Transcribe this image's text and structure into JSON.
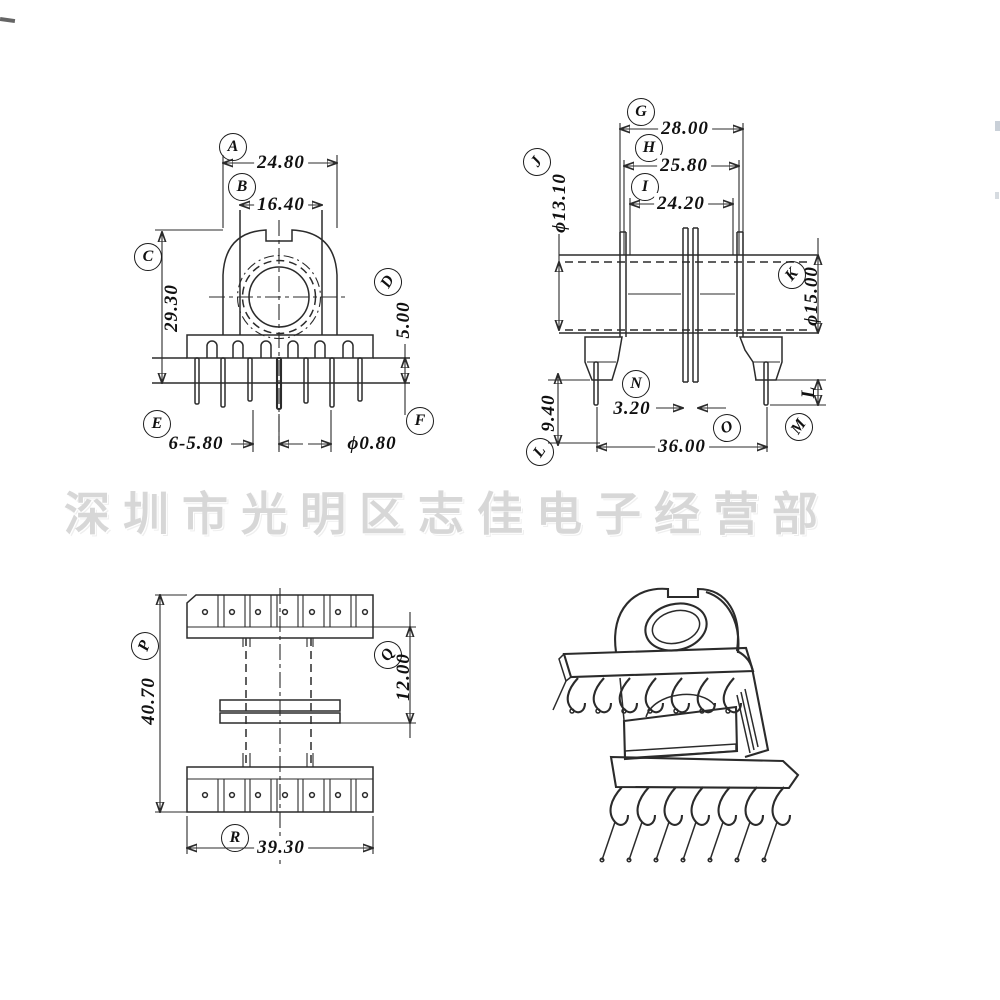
{
  "watermark": "深圳市光明区志佳电子经营部",
  "dims": {
    "A": {
      "letter": "A",
      "value": "24.80"
    },
    "B": {
      "letter": "B",
      "value": "16.40"
    },
    "C": {
      "letter": "C",
      "value": "29.30"
    },
    "D": {
      "letter": "D",
      "value": "5.00"
    },
    "E": {
      "letter": "E",
      "value": "6-5.80"
    },
    "F": {
      "letter": "F",
      "value": "ϕ0.80"
    },
    "G": {
      "letter": "G",
      "value": "28.00"
    },
    "H": {
      "letter": "H",
      "value": "25.80"
    },
    "I": {
      "letter": "I",
      "value": "24.20"
    },
    "J": {
      "letter": "J",
      "value": "ϕ13.10"
    },
    "K": {
      "letter": "K",
      "value": "ϕ15.00"
    },
    "L": {
      "letter": "L",
      "value": "9.40"
    },
    "M": {
      "letter": "M",
      "value": "L"
    },
    "N": {
      "letter": "N",
      "value": "3.20"
    },
    "O": {
      "letter": "O",
      "value": "36.00"
    },
    "P": {
      "letter": "P",
      "value": "40.70"
    },
    "Q": {
      "letter": "Q",
      "value": "12.00"
    },
    "R": {
      "letter": "R",
      "value": "39.30"
    }
  }
}
